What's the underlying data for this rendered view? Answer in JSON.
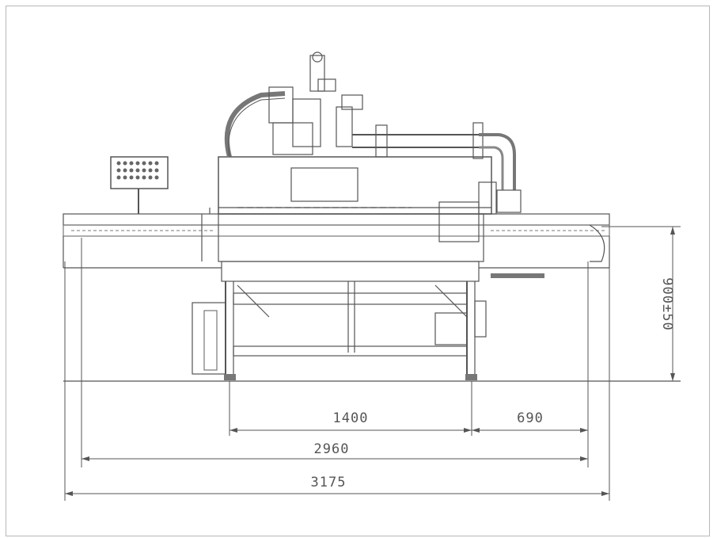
{
  "drawing": {
    "dimensions": {
      "d1400": "1400",
      "d690": "690",
      "d2960": "2960",
      "d3175": "3175",
      "height": "900±50"
    }
  },
  "colors": {
    "line": "#555555",
    "light": "#9a9a9a",
    "frame": "#b8b8b8"
  }
}
